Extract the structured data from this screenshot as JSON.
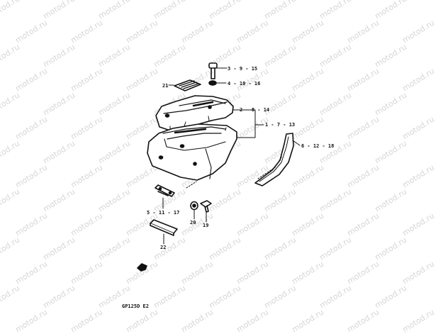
{
  "watermark": "motod.ru",
  "colors": {
    "ink": "#111111",
    "watermark": "#d6d6d6",
    "background": "#ffffff"
  },
  "callouts": {
    "c1": "3 - 9 - 15",
    "c2": "4 - 10 - 16",
    "c3": "21",
    "c4": "2 - 8 - 14",
    "c5": "1 - 7 - 13",
    "c6": "6 - 12 - 18",
    "c7": "5 - 11 - 17",
    "c8": "20",
    "c9": "19",
    "c10": "22"
  },
  "diagram_code": "GP125D E2"
}
